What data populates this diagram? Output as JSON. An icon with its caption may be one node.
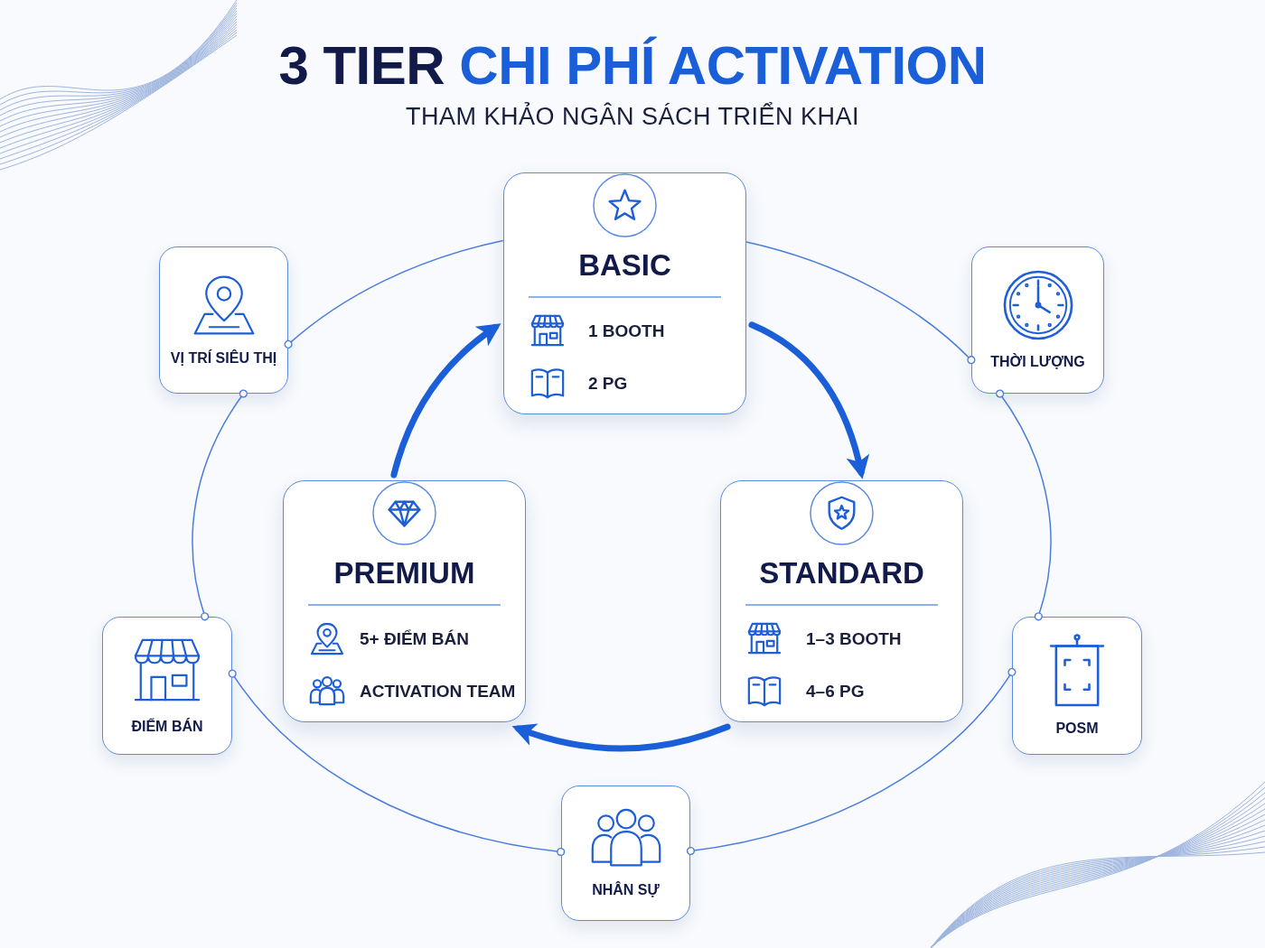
{
  "diagram": {
    "title": "3 TIER CHI PHÍ ACTIVATION",
    "nodes": [
      {
        "text": [
          "BASIC",
          "1 BOOTH",
          "2 PG"
        ]
      },
      {
        "text": [
          "VỊ TRÍ SIÊU THỊ"
        ]
      },
      {
        "text": [
          "THỜI LƯỢNG"
        ]
      },
      {
        "text": [
          "PREMIUM",
          "5+ ĐIỂM BÁN",
          "ACTIVATION TEAM"
        ]
      },
      {
        "text": [
          "STANDARD",
          "1–3 BOOTH",
          "4–6 PG"
        ]
      },
      {
        "text": [
          "ĐIỂM BÁN"
        ]
      },
      {
        "text": [
          "POSM"
        ]
      },
      {
        "text": [
          "NHÂN SỰ"
        ]
      }
    ],
    "edges": [
      {
        "from": 0,
        "to": 4,
        "arrow": "to",
        "style": "thick",
        "color": "#1a5fd8"
      },
      {
        "from": 4,
        "to": 3,
        "arrow": "to",
        "style": "thick",
        "color": "#1a5fd8"
      },
      {
        "from": 3,
        "to": 0,
        "arrow": "to",
        "style": "thick",
        "color": "#1a5fd8"
      },
      {
        "from": 0,
        "to": 2,
        "arrow": "other"
      },
      {
        "from": 2,
        "to": 6,
        "arrow": "other"
      },
      {
        "from": 6,
        "to": 7,
        "arrow": "other"
      },
      {
        "from": 7,
        "to": 5,
        "arrow": "other"
      },
      {
        "from": 5,
        "to": 1,
        "arrow": "other"
      },
      {
        "from": 1,
        "to": 0,
        "arrow": "other"
      }
    ],
    "labels": [
      "THAM KHẢO NGÂN SÁCH TRIỂN KHAI"
    ]
  }
}
